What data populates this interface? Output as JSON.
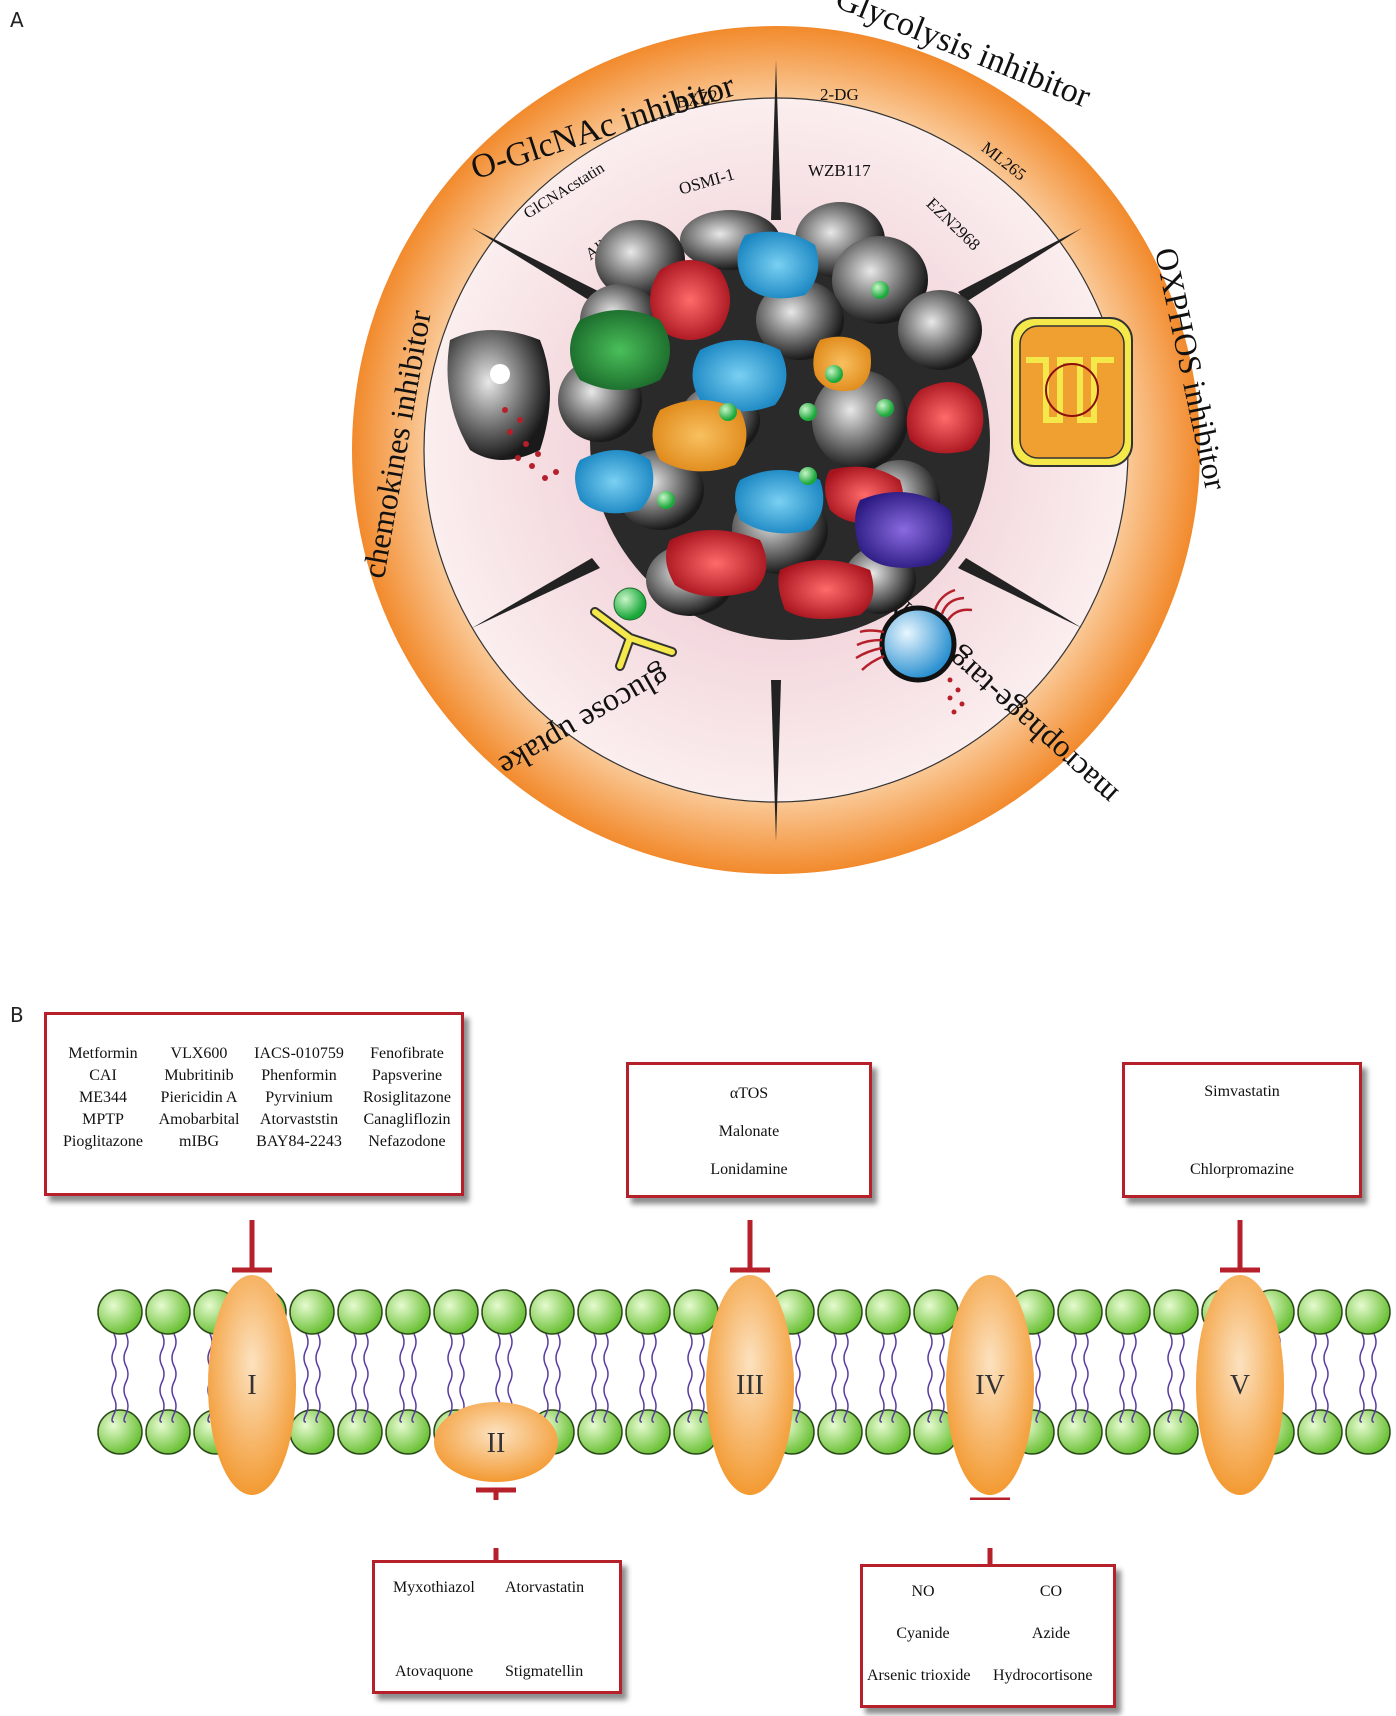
{
  "panels": {
    "a": "A",
    "b": "B"
  },
  "panelA": {
    "ring_titles": {
      "oglcnac": "O-GlcNAc inhibitor",
      "glycolysis": "Glycolysis inhibitor",
      "oxphos": "OXPHOS inhibitor",
      "macrophage": "macrophage-targeted NPs",
      "glucose": "glucose uptake",
      "chemokines": "chemokines inhibitor"
    },
    "drugs": {
      "bxz2": "BXZ2",
      "glcnacstatin": "GlCNAcstatin",
      "osmi": "OSMI-1",
      "alloxan": "Alloxan",
      "dg": "2-DG",
      "wzb117": "WZB117",
      "ml265": "ML265",
      "ezn2968": "EZN2968"
    },
    "colors": {
      "ring": "#f28a2c",
      "inner": "#f2cdd4",
      "red": "#c4202e",
      "blue": "#2aa0d8",
      "green": "#2a8a3a",
      "orange": "#f0a030",
      "purple": "#4a2aa0",
      "gray": "#5a5a5a"
    }
  },
  "panelB": {
    "complexes": [
      "I",
      "II",
      "III",
      "IV",
      "V"
    ],
    "box1": {
      "rows": [
        [
          "Metformin",
          "VLX600",
          "IACS-010759",
          "Fenofibrate"
        ],
        [
          "CAI",
          "Mubritinib",
          "Phenformin",
          "Papsverine"
        ],
        [
          "ME344",
          "Piericidin A",
          "Pyrvinium",
          "Rosiglitazone"
        ],
        [
          "MPTP",
          "Amobarbital",
          "Atorvaststin",
          "Canagliflozin"
        ],
        [
          "Pioglitazone",
          "mIBG",
          "BAY84-2243",
          "Nefazodone"
        ]
      ]
    },
    "box2": {
      "a": "Myxothiazol",
      "b": "Atorvastatin",
      "c": "Atovaquone",
      "d": "Stigmatellin"
    },
    "box3": {
      "a": "αTOS",
      "b": "Malonate",
      "c": "Lonidamine"
    },
    "box4": {
      "a": "NO",
      "b": "CO",
      "c": "Cyanide",
      "d": "Azide",
      "e": "Arsenic trioxide",
      "f": "Hydrocortisone"
    },
    "box5": {
      "a": "Simvastatin",
      "b": "Chlorpromazine"
    },
    "colors": {
      "box_border": "#b5202a",
      "inhibit": "#b5202a",
      "lipid_head": "#8fd45a",
      "tail": "#5a3aa0",
      "protein": "#f5a040"
    }
  }
}
